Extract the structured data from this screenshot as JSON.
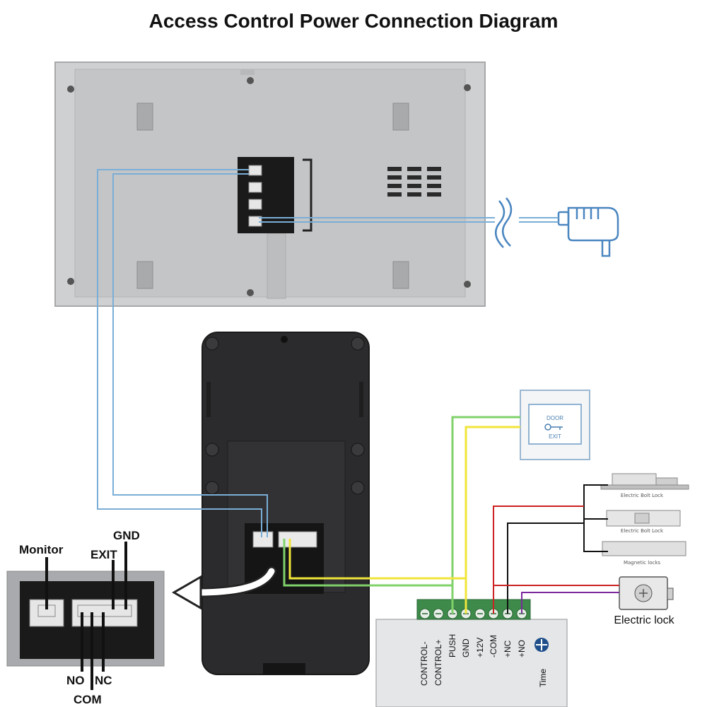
{
  "title": "Access Control Power Connection Diagram",
  "exit_button": {
    "line1": "DOOR",
    "line2": "EXIT"
  },
  "locks": [
    {
      "label": "Electric Bolt Lock"
    },
    {
      "label": "Electric Bolt Lock"
    },
    {
      "label": "Magnetic locks"
    }
  ],
  "electric_lock_label": "Electric lock",
  "power_box": {
    "terminals": [
      "CONTROL-",
      "CONTROL+",
      "PUSH",
      "GND",
      "+12V",
      "-COM",
      "+NC",
      "+NO"
    ],
    "time_label": "Time"
  },
  "connector_labels": {
    "monitor": "Monitor",
    "exit": "EXIT",
    "gnd": "GND",
    "no": "NO",
    "com": "COM",
    "nc": "NC"
  },
  "colors": {
    "wire_blue": "#7aaed6",
    "wire_green": "#7fd26a",
    "wire_yellow": "#f0e53a",
    "wire_red": "#cc2222",
    "wire_black": "#111111",
    "wire_purple": "#7a2a9a",
    "terminal_green": "#3e8a4a"
  }
}
